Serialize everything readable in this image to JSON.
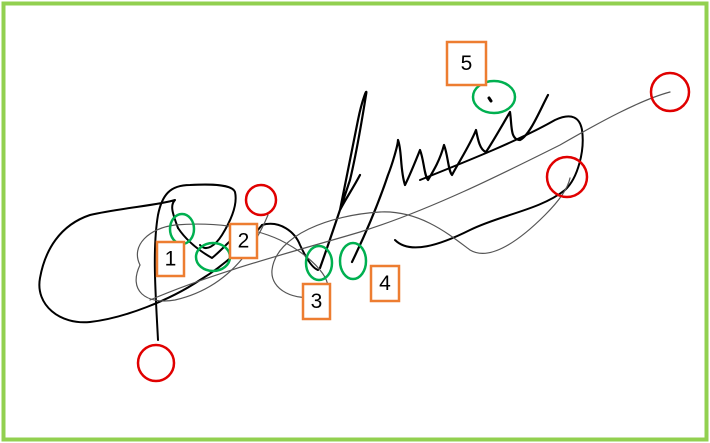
{
  "colors": {
    "border": "#92d050",
    "ink": "#000000",
    "stroke_thin": "#555555",
    "start_marker": "#00b050",
    "end_marker": "#e00000",
    "label_box": "#ed7d31"
  },
  "labels": [
    "1",
    "2",
    "3",
    "4",
    "5"
  ],
  "green_markers": [
    "stroke-start-1",
    "stroke-start-2",
    "stroke-start-3",
    "stroke-start-4",
    "stroke-start-5"
  ],
  "red_markers": [
    "stroke-end-a",
    "stroke-end-b",
    "stroke-end-c",
    "stroke-end-d"
  ]
}
